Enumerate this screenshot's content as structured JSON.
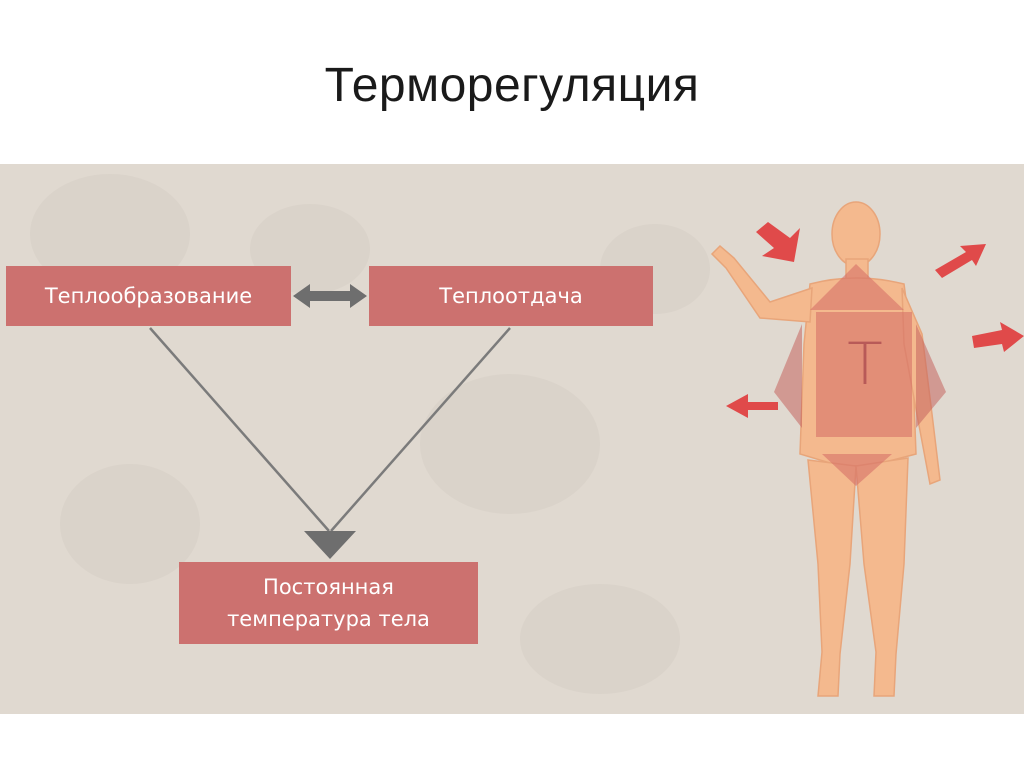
{
  "title": "Терморегуляция",
  "diagram": {
    "heat_production": "Теплообразование",
    "heat_loss": "Теплоотдача",
    "constant_temp_line1": "Постоянная",
    "constant_temp_line2": "температура тела"
  },
  "figure": {
    "temperature_symbol": "T"
  },
  "colors": {
    "box": "#cc716f",
    "arrow_dark": "#6e6e6e",
    "arrow_red": "#e04a4a",
    "body": "#f4b98e",
    "background": "#e0d9d0"
  }
}
